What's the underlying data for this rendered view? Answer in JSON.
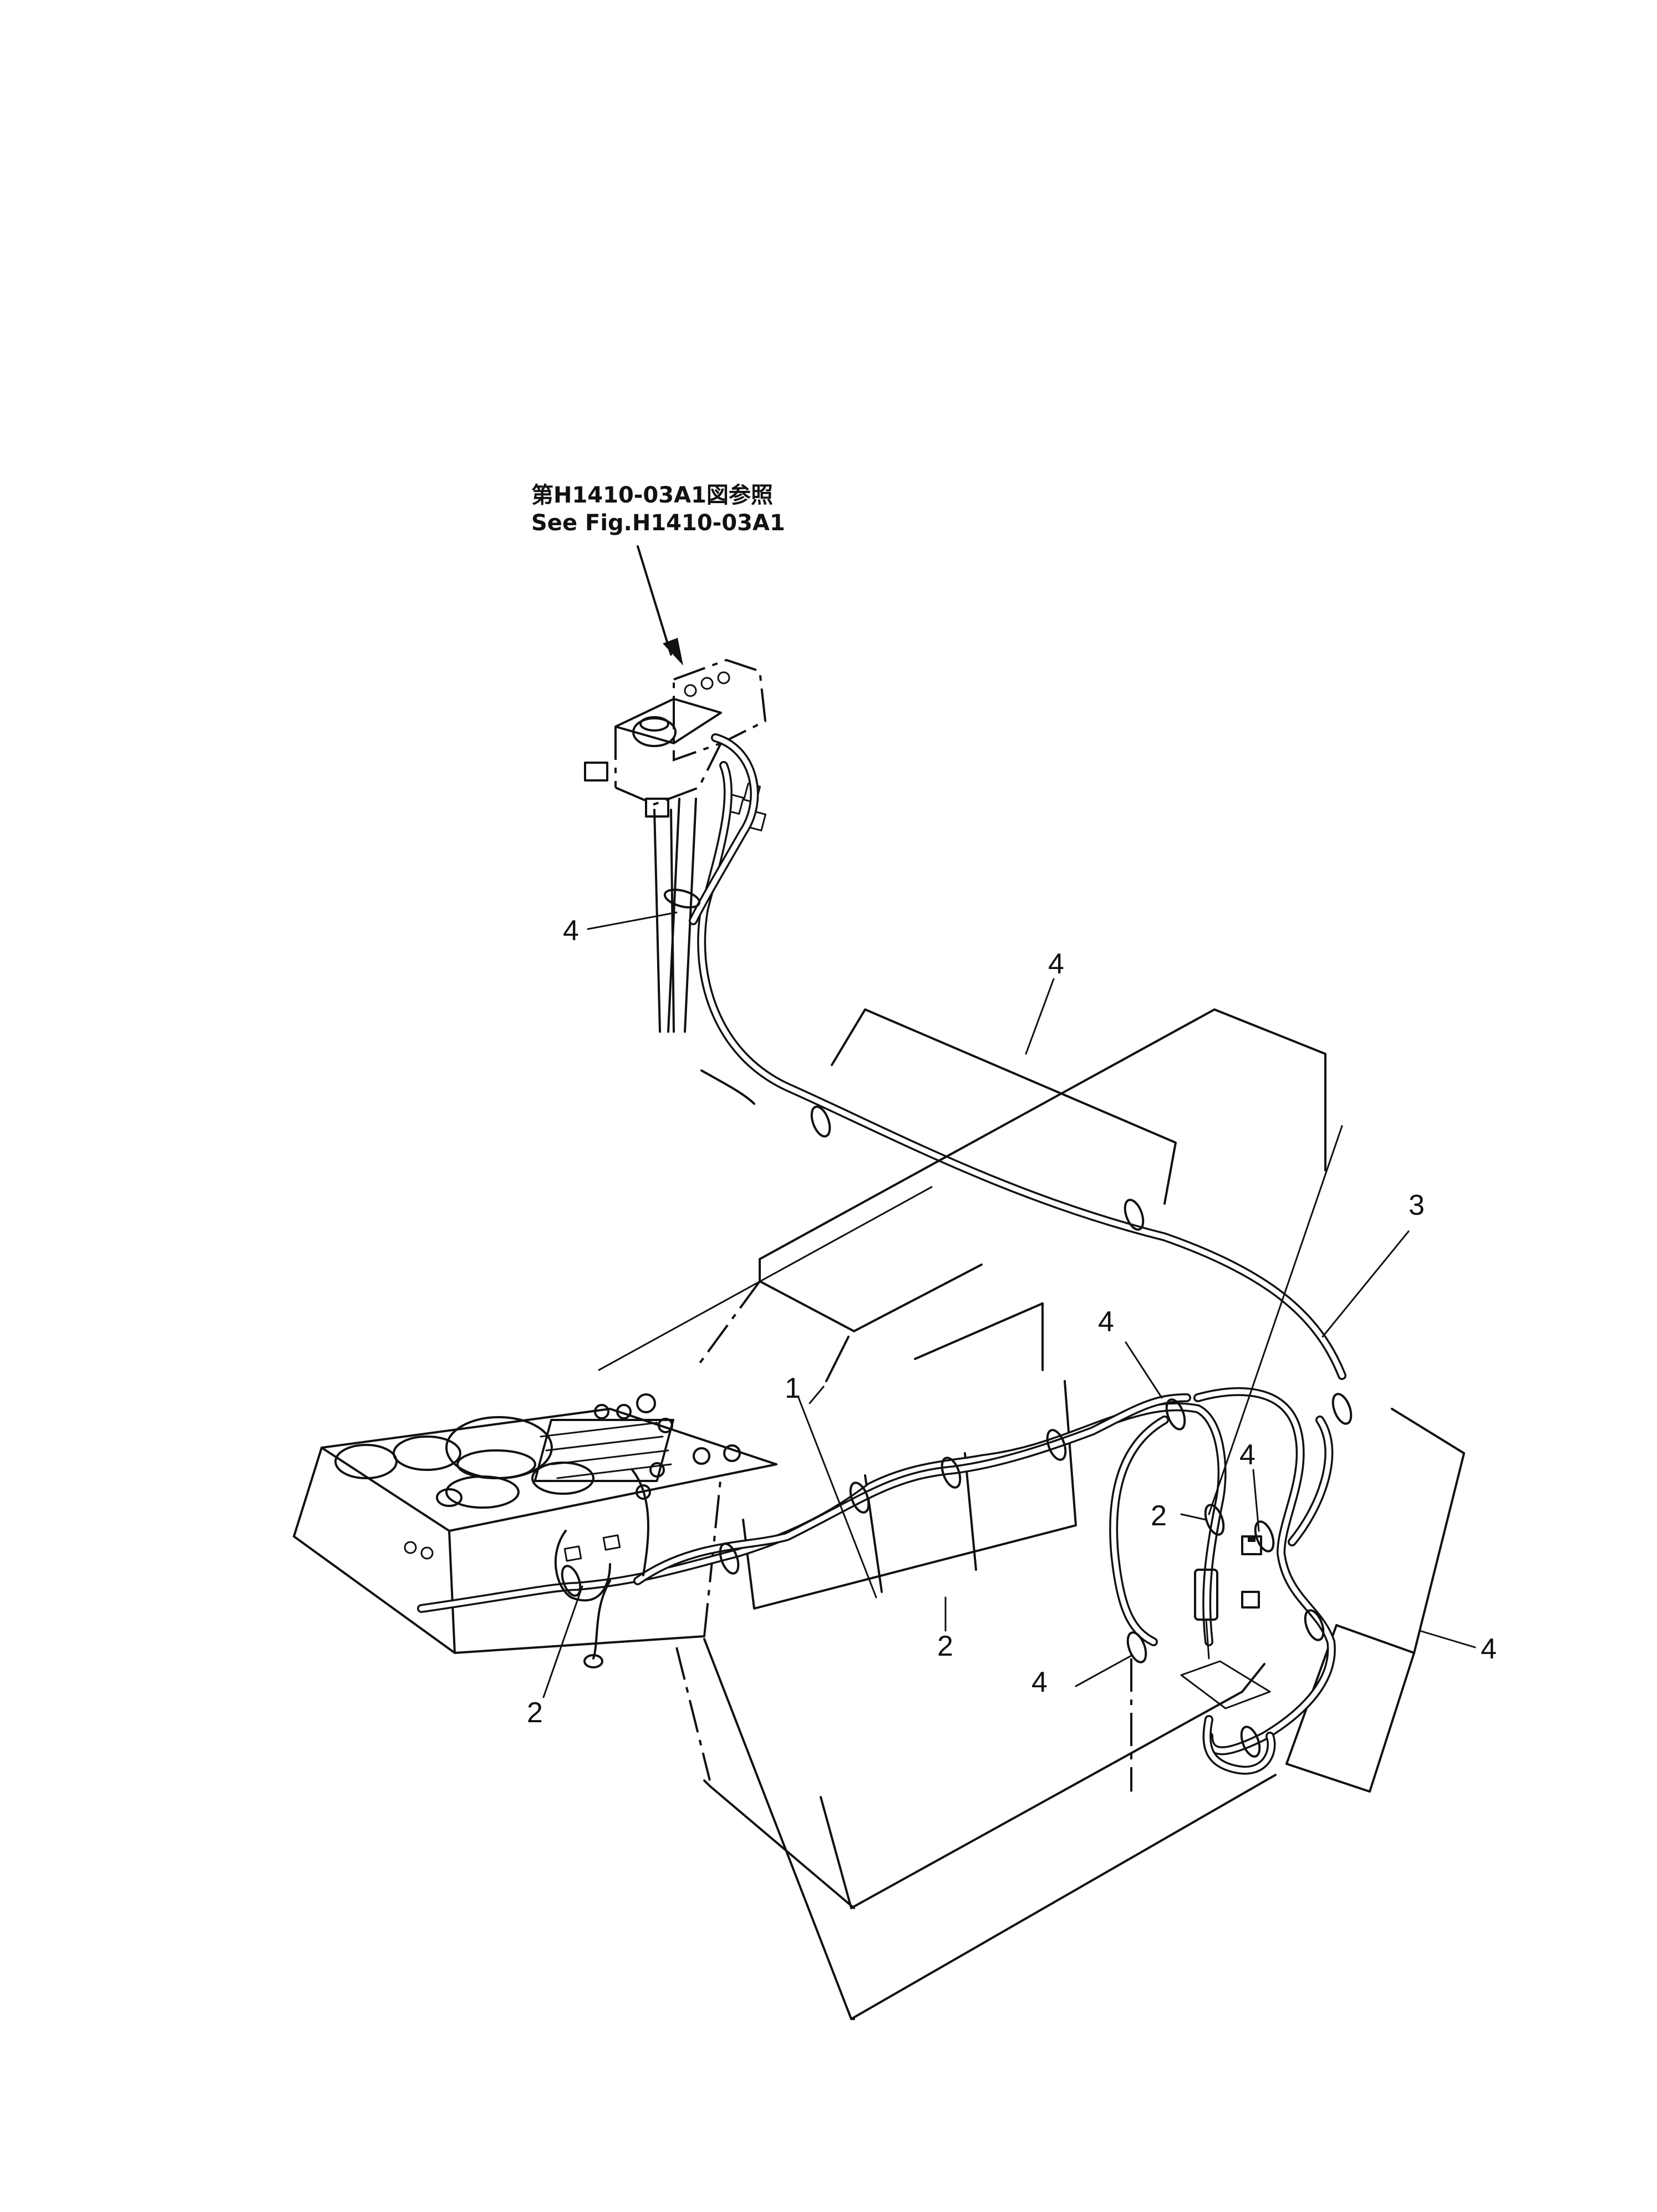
{
  "reference_note": {
    "line1": "第H1410-03A1図参照",
    "line2": "See Fig.H1410-03A1"
  },
  "callouts": [
    {
      "id": "c4a",
      "label": "4"
    },
    {
      "id": "c4b",
      "label": "4"
    },
    {
      "id": "c3",
      "label": "3"
    },
    {
      "id": "c4c",
      "label": "4"
    },
    {
      "id": "c1",
      "label": "1"
    },
    {
      "id": "c4d",
      "label": "4"
    },
    {
      "id": "c2a",
      "label": "2"
    },
    {
      "id": "c2b",
      "label": "2"
    },
    {
      "id": "c2c",
      "label": "2"
    },
    {
      "id": "c4e",
      "label": "4"
    },
    {
      "id": "c4f",
      "label": "4"
    }
  ]
}
